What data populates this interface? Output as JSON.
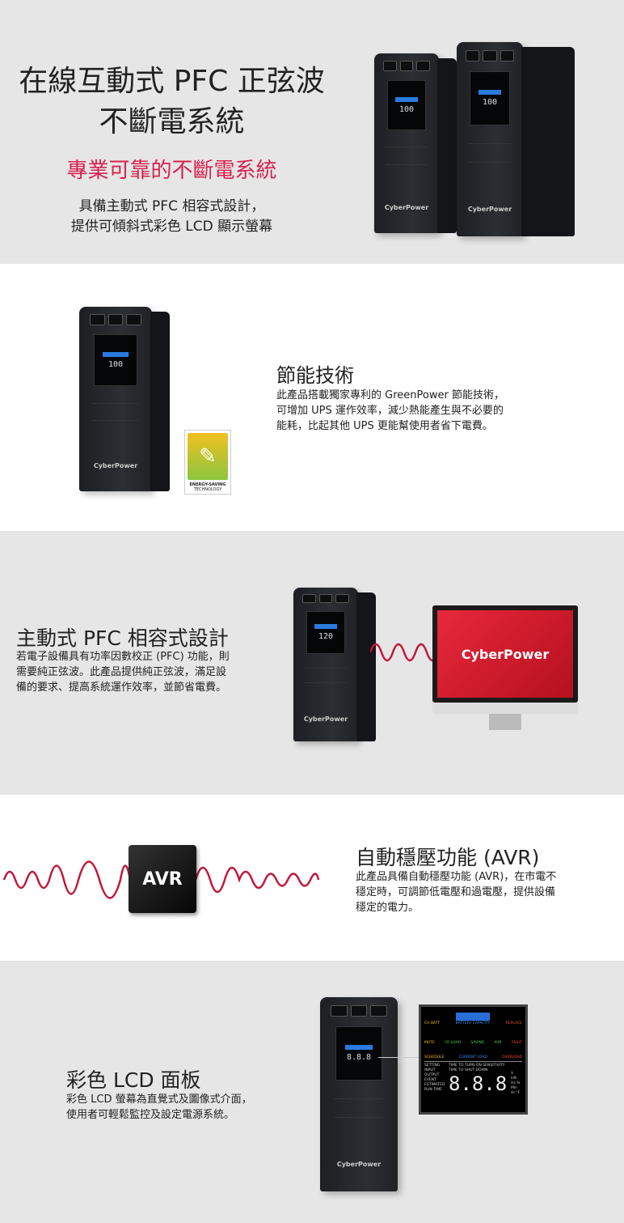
{
  "hero": {
    "title_line1": "在線互動式 PFC 正弦波",
    "title_line2": "不斷電系統",
    "subtitle": "專業可靠的不斷電系統",
    "desc_line1": "具備主動式 PFC 相容式設計，",
    "desc_line2": "提供可傾斜式彩色 LCD 顯示螢幕",
    "accent_color": "#d6224f"
  },
  "product": {
    "brand": "CyberPower",
    "lcd_reading_a": "100",
    "lcd_reading_b": "120"
  },
  "energy": {
    "title": "節能技術",
    "lines": [
      "此產品搭載獨家專利的 GreenPower 節能技術，",
      "可增加 UPS 運作效率，減少熱能產生與不必要的",
      "能耗，比起其他 UPS 更能幫使用者省下電費。"
    ],
    "badge_line1": "ENERGY-SAVING",
    "badge_line2": "TECHNOLOGY"
  },
  "pfc": {
    "title": "主動式 PFC 相容式設計",
    "lines": [
      "若電子設備具有功率因數校正 (PFC) 功能，則",
      "需要純正弦波。此產品提供純正弦波，滿足設",
      "備的要求、提高系統運作效率，並節省電費。"
    ],
    "monitor_logo": "CyberPower"
  },
  "avr": {
    "title": "自動穩壓功能 (AVR)",
    "lines": [
      "此產品具備自動穩壓功能 (AVR)，在市電不",
      "穩定時，可調節低電壓和過電壓，提供設備",
      "穩定的電力。"
    ],
    "badge": "AVR"
  },
  "lcd": {
    "title": "彩色 LCD 面板",
    "lines": [
      "彩色 LCD 螢幕為直覺式及圖像式介面，",
      "使用者可輕鬆監控及設定電源系統。"
    ],
    "panel": {
      "top_labels": [
        "CH BATT",
        "BATTERY CAPACITY",
        "REPLACE"
      ],
      "mid_labels": [
        "MUTE",
        "CR LOAD",
        "SAVING",
        "AVR",
        "FAULT"
      ],
      "low_labels": [
        "SCHEDULE",
        "CURRENT LOAD",
        "OVERLOAD"
      ],
      "left_labels": [
        "SETTING",
        "INPUT",
        "OUTPUT",
        "EVENT",
        "ESTIMATED RUN TIME"
      ],
      "center_labels": [
        "TIME TO TURN ON",
        "SENSITIVITY",
        "TIME TO SHUT DOWN"
      ],
      "digits": "8.8.8",
      "units": [
        "V",
        "kW",
        "Hz %",
        "Min",
        "Hr °F"
      ]
    }
  }
}
